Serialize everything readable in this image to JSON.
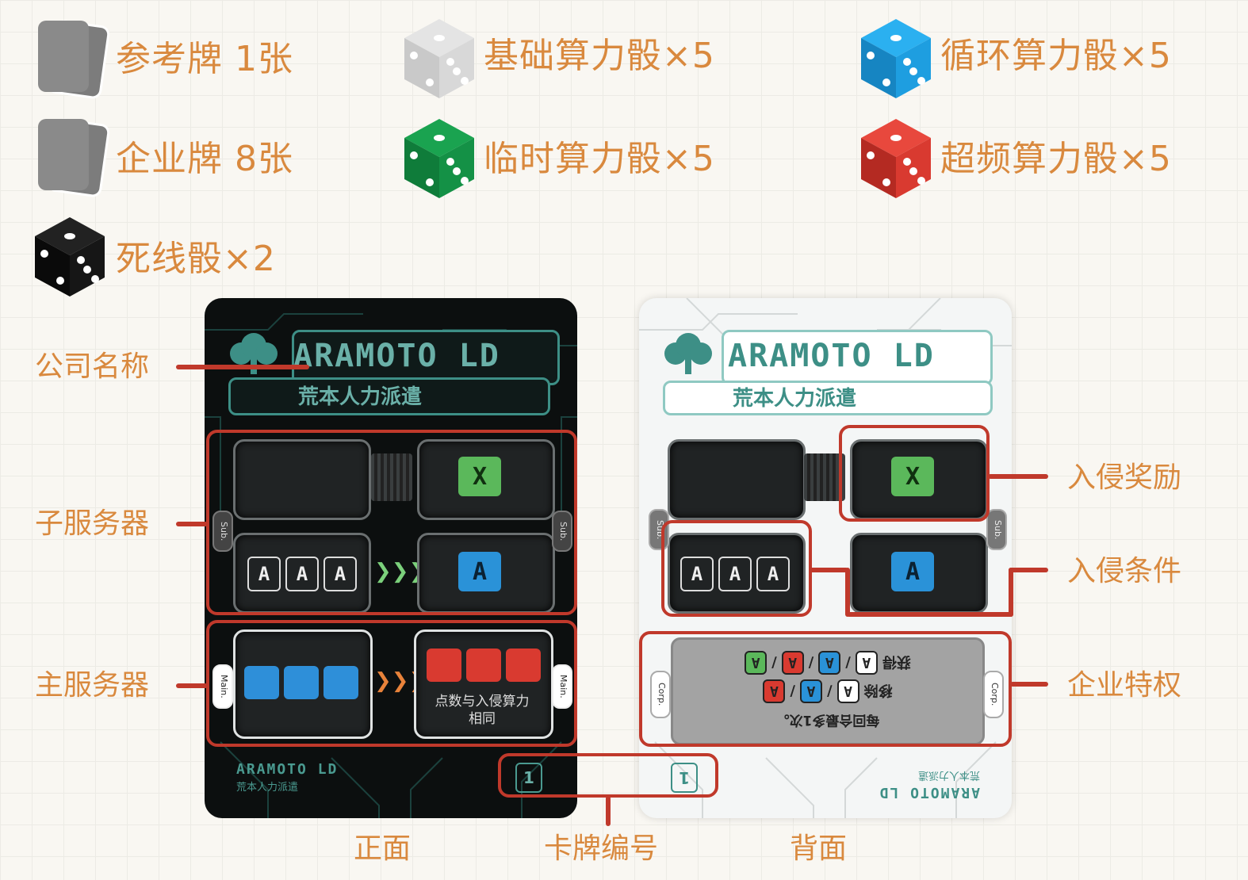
{
  "components": {
    "reference_card": "参考牌 1张",
    "corp_card": "企业牌 8张",
    "basic_die": "基础算力骰×5",
    "temp_die": "临时算力骰×5",
    "loop_die": "循环算力骰×5",
    "overclock_die": "超频算力骰×5",
    "deadline_die": "死线骰×2"
  },
  "colors": {
    "accent_orange": "#d9893e",
    "annotation_red": "#c0392b",
    "basic_die": "#d6d6d6",
    "temp_die": "#149146",
    "loop_die": "#1e9ee0",
    "overclock_die": "#d93a30",
    "deadline_die": "#111111",
    "card_teal": "#3d8f86"
  },
  "card_front": {
    "brand": "ARAMOTO LD",
    "subtitle": "荒本人力派遣",
    "reward_chip": "X",
    "condition_chips": [
      "A",
      "A",
      "A"
    ],
    "cond_result_chip": "A",
    "sub_label": "Sub.",
    "main_label": "Main.",
    "main_text_line1": "点数与入侵算力",
    "main_text_line2": "相同",
    "footer_brand": "ARAMOTO LD",
    "footer_sub": "荒本人力派遣",
    "card_number": "1"
  },
  "card_back": {
    "brand": "ARAMOTO LD",
    "subtitle": "荒本人力派遣",
    "reward_chip": "X",
    "condition_chips": [
      "A",
      "A",
      "A"
    ],
    "cond_result_chip": "A",
    "sub_label": "Sub.",
    "corp_label": "Corp.",
    "privilege_line1_chips": [
      "A",
      "A",
      "A",
      "A"
    ],
    "privilege_line1_text": "获得",
    "privilege_line2_chips": [
      "A",
      "A",
      "A"
    ],
    "privilege_line2_text": "移除",
    "privilege_line3": "每回合最多1次。",
    "footer_brand": "ARAMOTO LD",
    "footer_sub": "荒本人力派遣",
    "card_number": "1"
  },
  "annotations": {
    "company_name": "公司名称",
    "sub_server": "子服务器",
    "main_server": "主服务器",
    "intrusion_reward": "入侵奖励",
    "intrusion_condition": "入侵条件",
    "corp_privilege": "企业特权"
  },
  "captions": {
    "front": "正面",
    "card_number": "卡牌编号",
    "back": "背面"
  }
}
